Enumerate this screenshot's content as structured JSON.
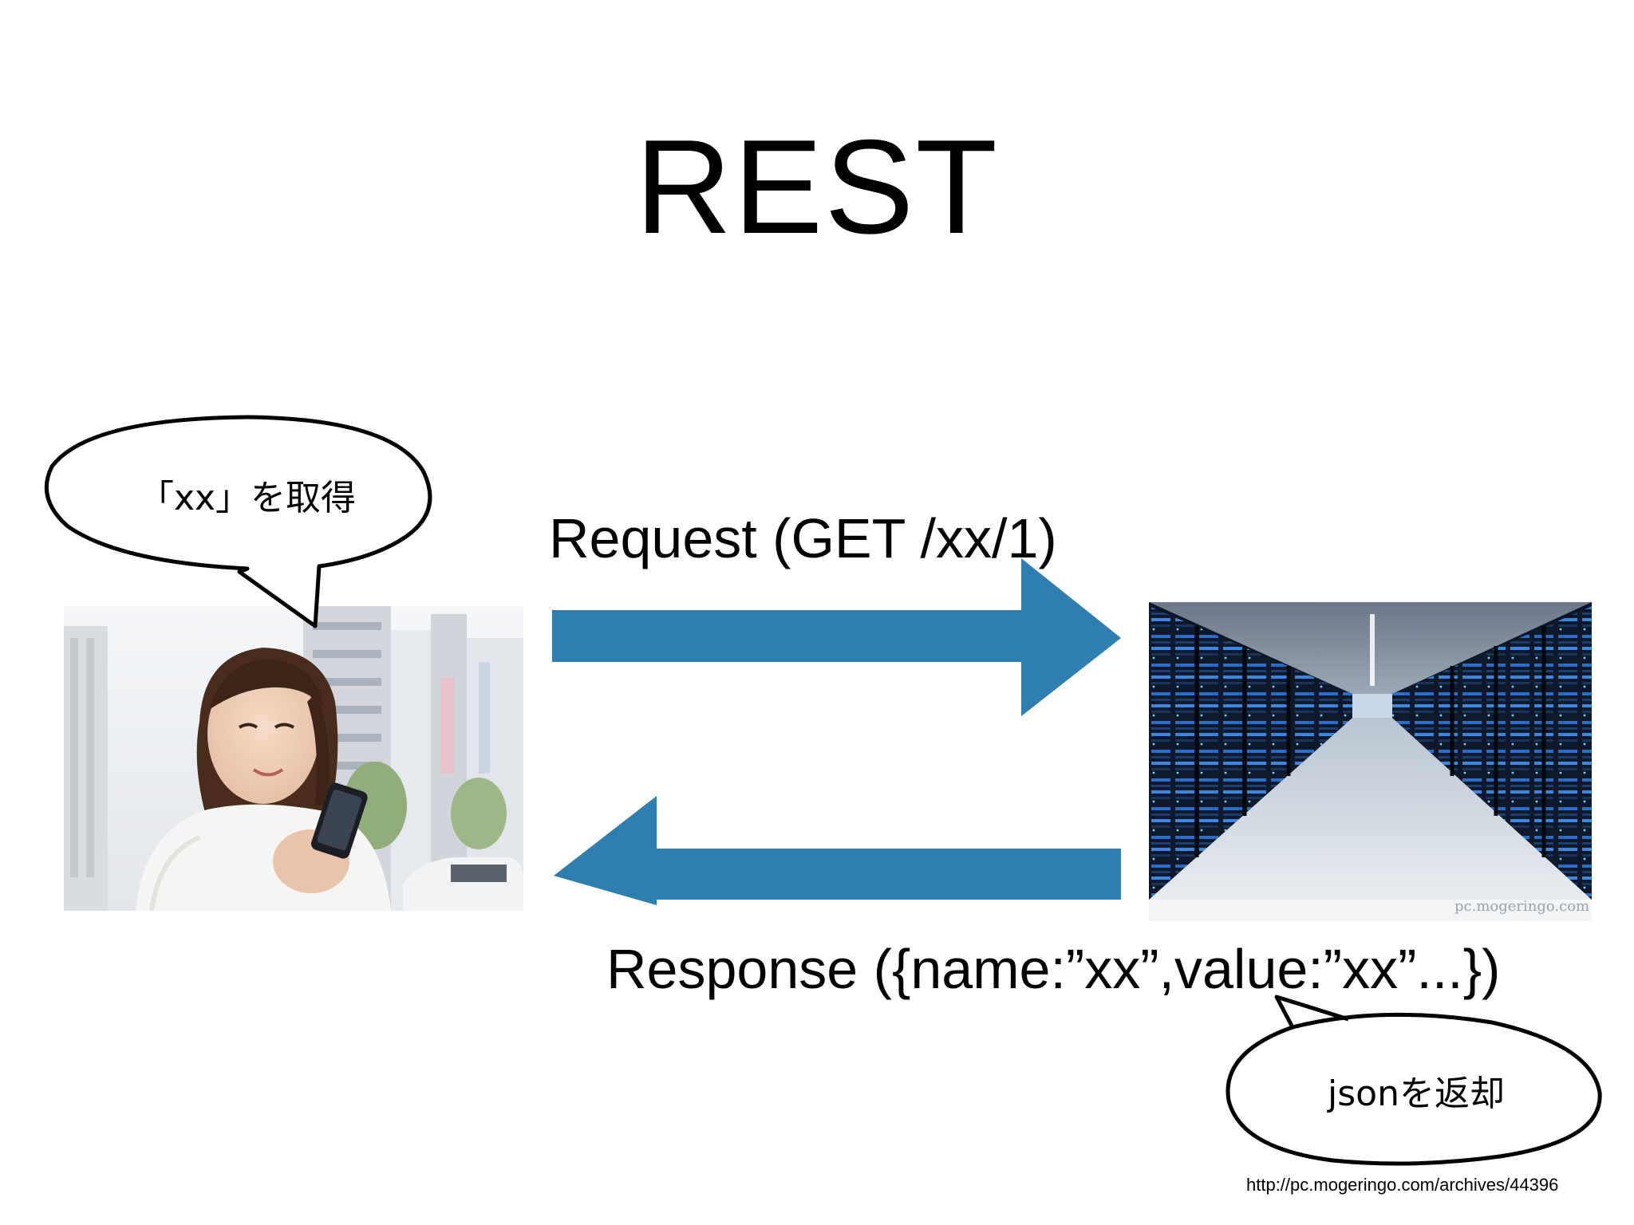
{
  "slide": {
    "title": "REST",
    "request_label": "Request  (GET /xx/1)",
    "response_label": "Response ({name:”xx”,value:”xx”...})",
    "bubble_client": "「xx」を取得",
    "bubble_server": "jsonを返却",
    "source_url": "http://pc.mogeringo.com/archives/44396",
    "server_watermark": "pc.mogeringo.com"
  },
  "colors": {
    "arrow": "#2e7eb0",
    "text": "#000000",
    "background": "#ffffff"
  },
  "icons": {
    "client_photo": "woman-with-smartphone-photo",
    "server_photo": "data-center-server-room-photo"
  }
}
